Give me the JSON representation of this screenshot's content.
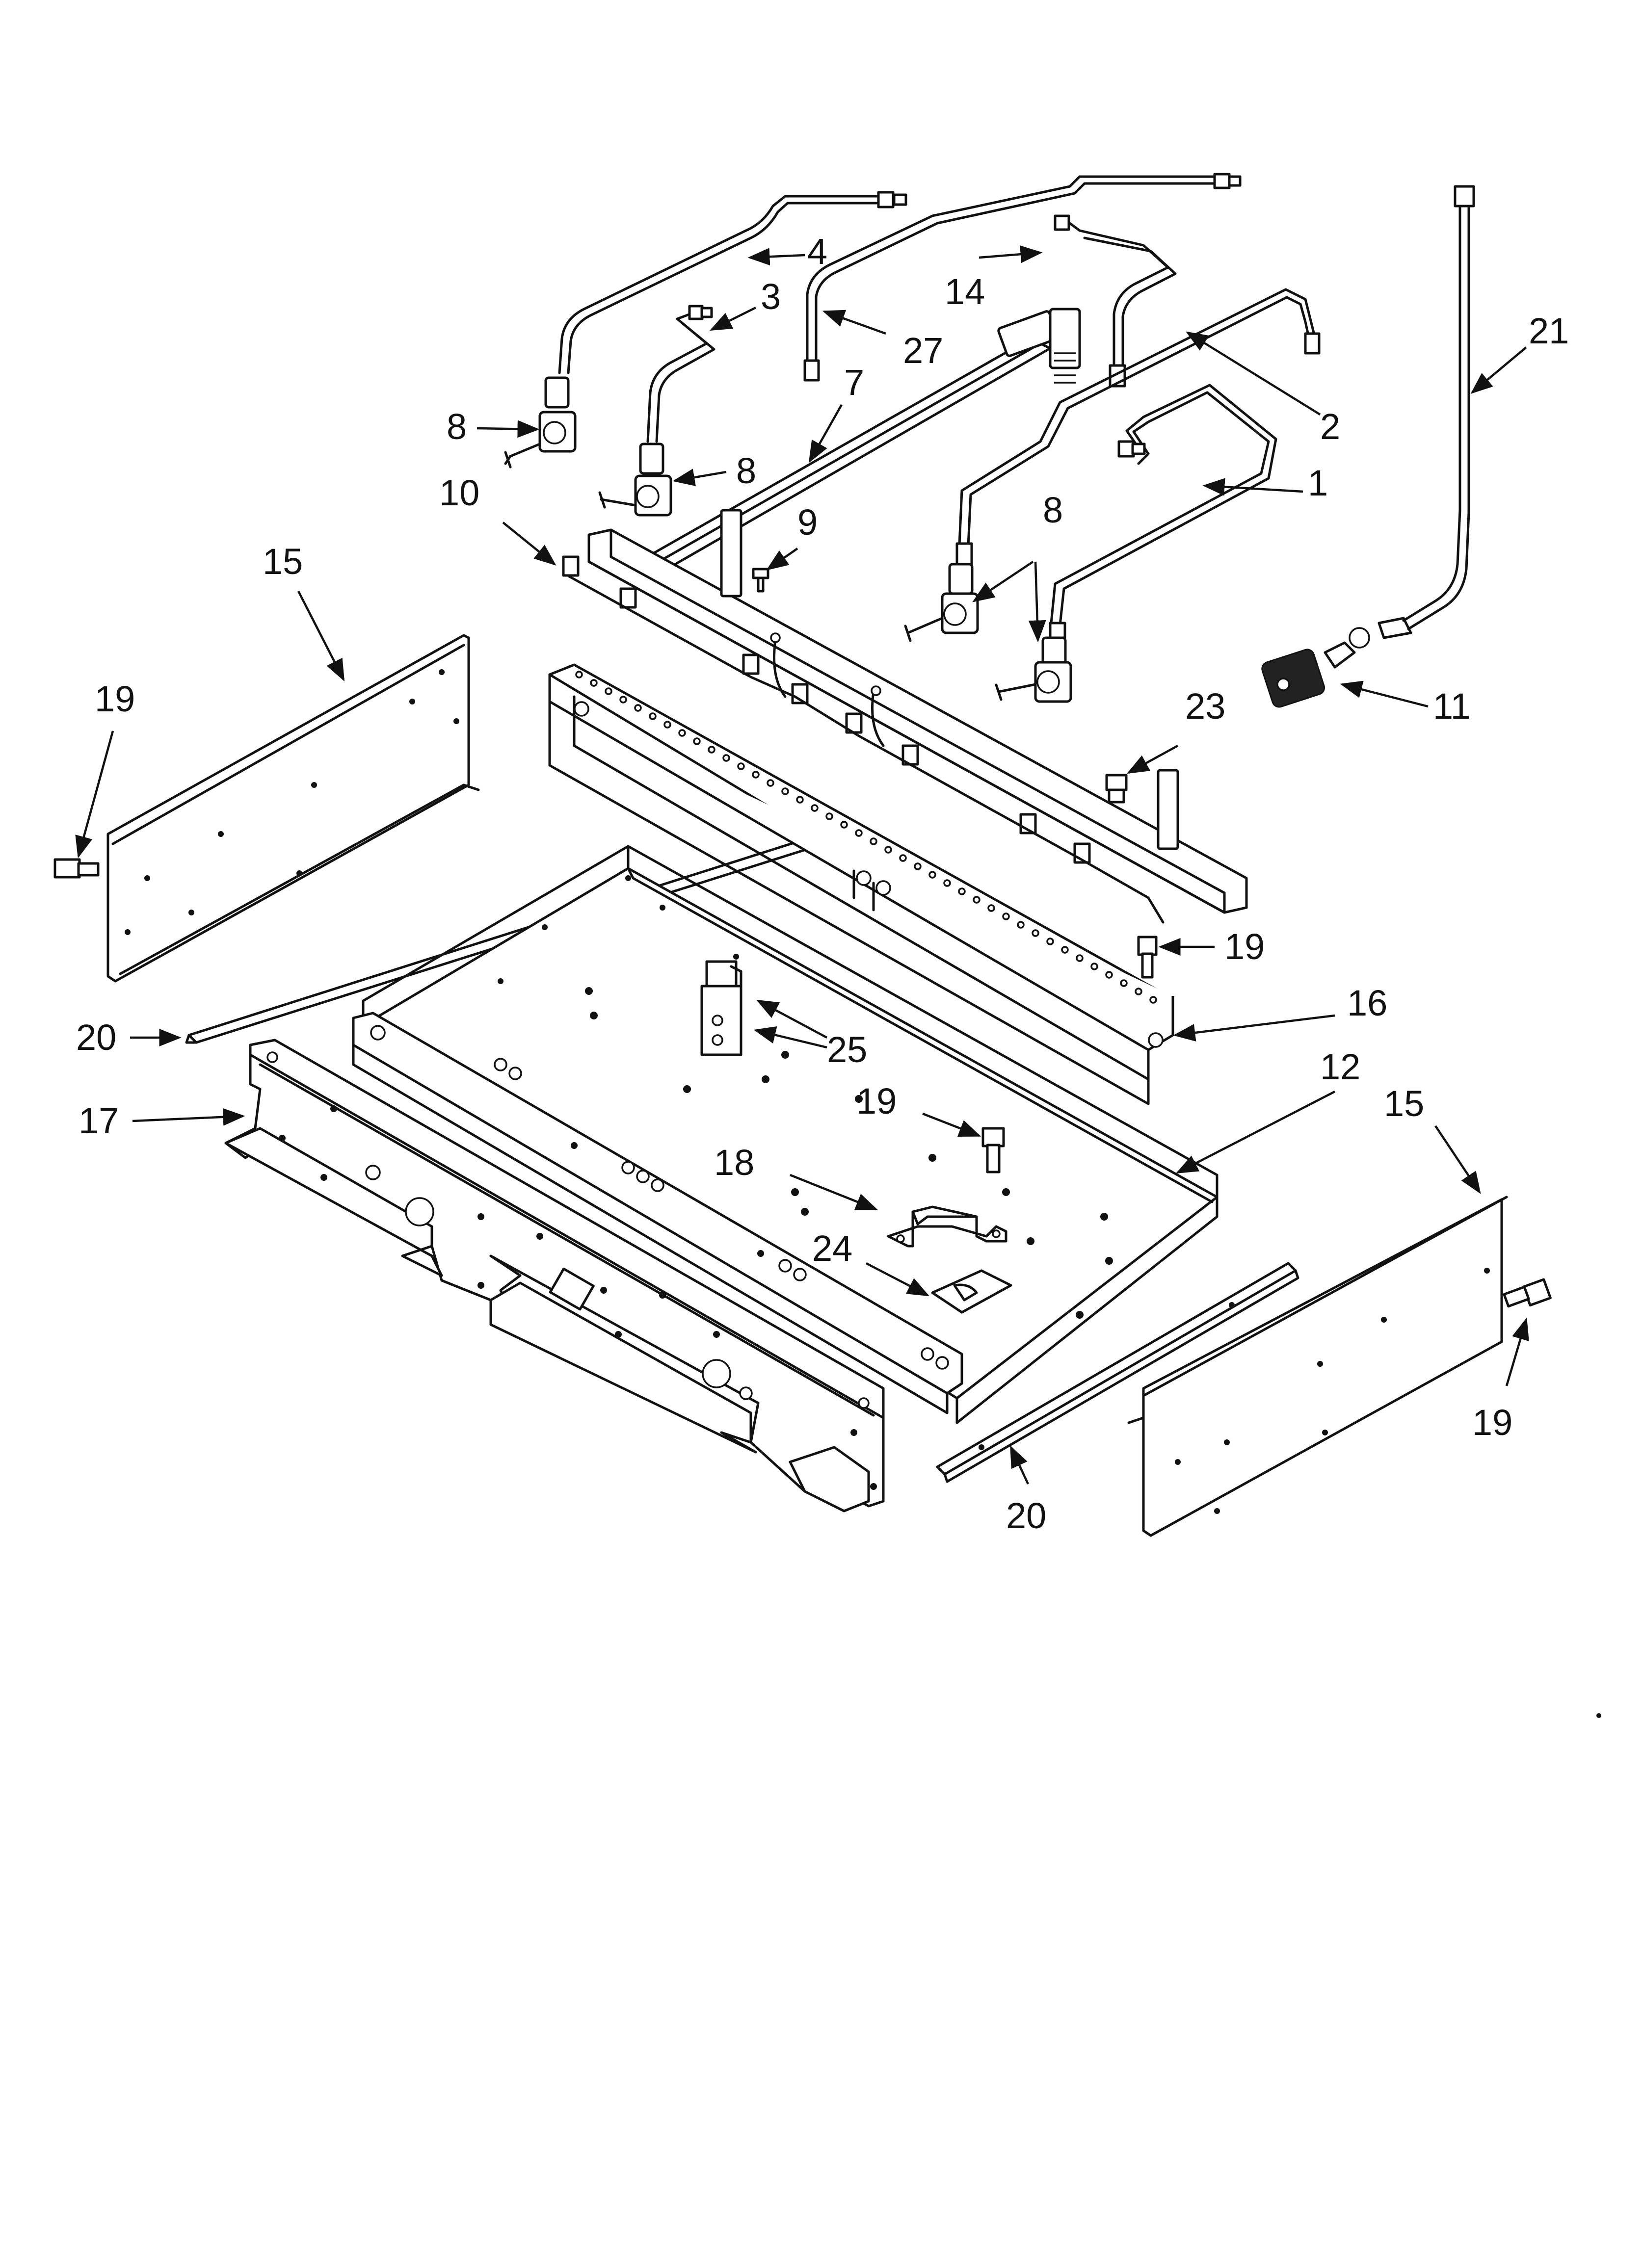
{
  "callouts": {
    "c1": "1",
    "c2": "2",
    "c3": "3",
    "c4": "4",
    "c7": "7",
    "c8a": "8",
    "c8b": "8",
    "c8c": "8",
    "c9": "9",
    "c10": "10",
    "c11": "11",
    "c12": "12",
    "c14": "14",
    "c15a": "15",
    "c15b": "15",
    "c16": "16",
    "c17": "17",
    "c18": "18",
    "c19a": "19",
    "c19b": "19",
    "c19c": "19",
    "c19d": "19",
    "c20a": "20",
    "c20b": "20",
    "c21": "21",
    "c23": "23",
    "c24": "24",
    "c25": "25",
    "c27": "27"
  }
}
